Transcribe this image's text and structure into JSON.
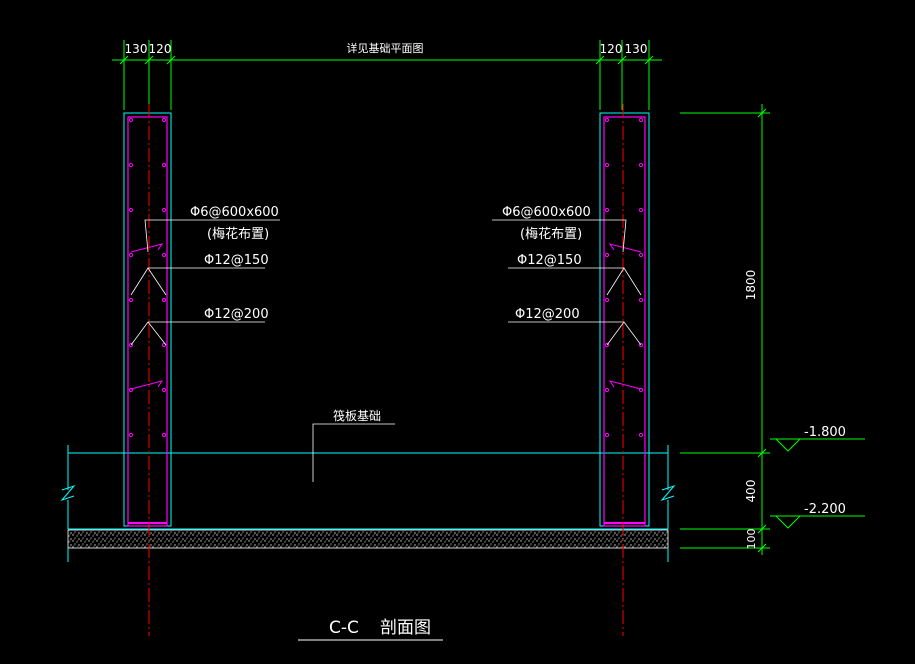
{
  "colors": {
    "background": "#000000",
    "dimension": "#00ff00",
    "wall_outline": "#00ffff",
    "rebar": "#ff00ff",
    "centerline": "#ff0000",
    "text": "#ffffff",
    "gravel": "#cfcfcf"
  },
  "dimensions": {
    "top": {
      "left_a": "130",
      "left_b": "120",
      "middle": "详见基础平面图",
      "right_a": "120",
      "right_b": "130"
    },
    "right": {
      "wall_height": "1800",
      "slab_thickness": "400",
      "cushion_thickness": "100"
    }
  },
  "elevations": {
    "top_of_slab": "-1.800",
    "bottom_of_slab": "-2.200"
  },
  "rebar_labels": {
    "left": {
      "tie": "Φ6@600x600",
      "tie_note": "(梅花布置)",
      "horizontal": "Φ12@150",
      "vertical": "Φ12@200"
    },
    "right": {
      "tie": "Φ6@600x600",
      "tie_note": "(梅花布置)",
      "horizontal": "Φ12@150",
      "vertical": "Φ12@200"
    }
  },
  "slab_label": "筏板基础",
  "section_title": {
    "mark": "C-C",
    "name": "剖面图"
  }
}
